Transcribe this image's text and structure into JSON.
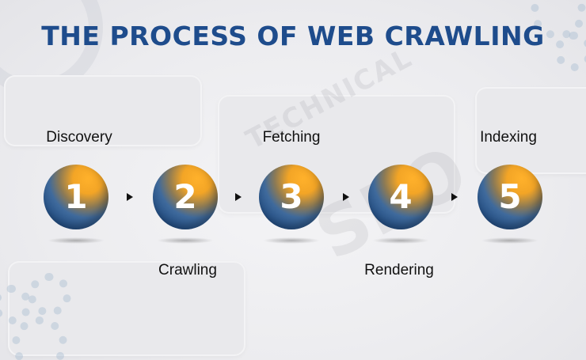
{
  "title": "THE PROCESS OF WEB CRAWLING",
  "steps": [
    {
      "number": "1",
      "label": "Discovery"
    },
    {
      "number": "2",
      "label": "Crawling"
    },
    {
      "number": "3",
      "label": "Fetching"
    },
    {
      "number": "4",
      "label": "Rendering"
    },
    {
      "number": "5",
      "label": "Indexing"
    }
  ],
  "background_text": {
    "line1": "TECHNICAL",
    "line2": "SEO"
  },
  "colors": {
    "title": "#1e4c8c",
    "ball_blue": "#244f85",
    "ball_orange": "#f3a526"
  }
}
